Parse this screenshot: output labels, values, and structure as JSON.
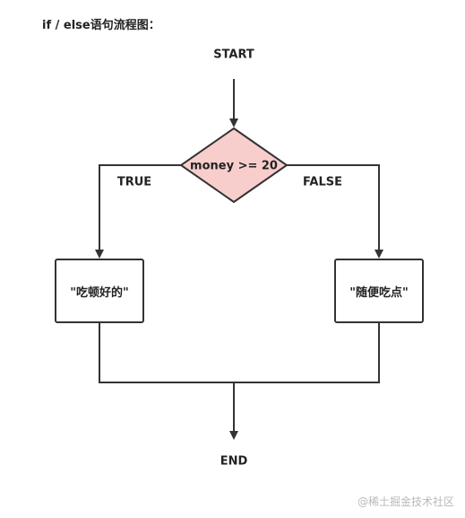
{
  "title": "if / else语句流程图：",
  "diagram": {
    "start_label": "START",
    "condition_label": "money >= 20",
    "true_label": "TRUE",
    "false_label": "FALSE",
    "true_branch_text": "\"吃顿好的\"",
    "false_branch_text": "\"随便吃点\"",
    "end_label": "END",
    "colors": {
      "condition_fill": "#f8cecc",
      "stroke": "#333333"
    }
  },
  "watermark": "@稀土掘金技术社区"
}
